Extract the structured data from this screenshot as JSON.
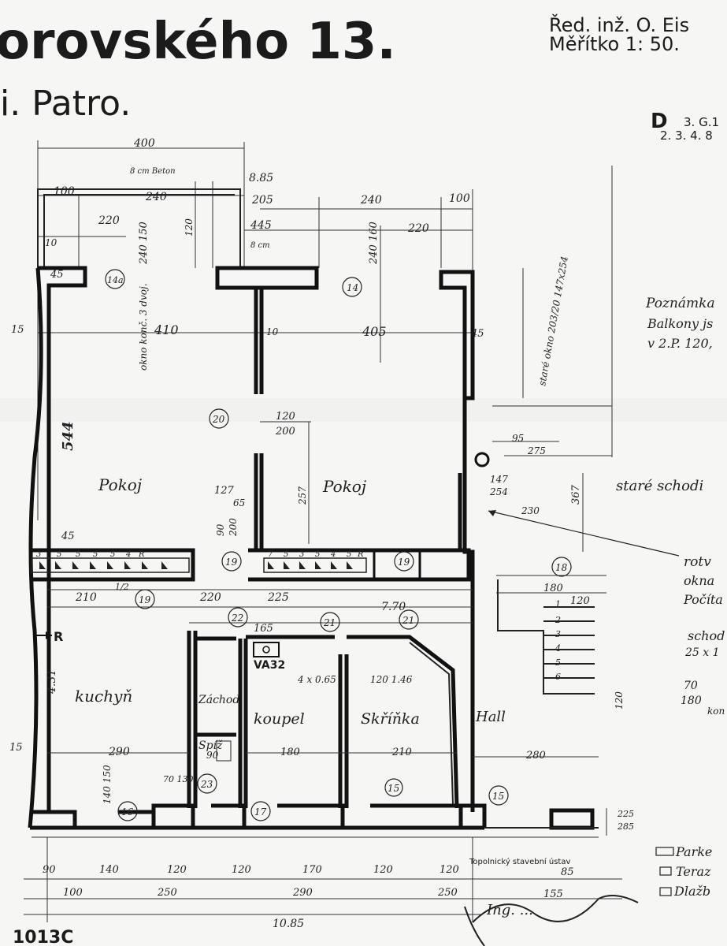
{
  "header": {
    "title": "orovského 13.",
    "subtitle": "i. Patro.",
    "engineer": "Řed. inž. O. Eis",
    "scale": "Měřítko 1: 50.",
    "sheet_letter": "D",
    "sheet_codes_1": "3. G.1",
    "sheet_codes_2": "2. 3. 4. 8"
  },
  "rooms": {
    "pokoj_left": "Pokoj",
    "pokoj_right": "Pokoj",
    "kuchyn": "kuchyň",
    "koupel": "koupel",
    "skrinka": "Skříňka",
    "hall": "Hall",
    "zachod": "Záchod",
    "spiz": "Spíž",
    "va32": "VA32"
  },
  "dimensions": {
    "top_400": "400",
    "bal_beton": "8 cm Beton",
    "d_885": "8.85",
    "d_100a": "100",
    "d_240a": "240",
    "d_205": "205",
    "d_240b": "240",
    "d_100b": "100",
    "d_220a": "220",
    "d_445": "445",
    "d_220b": "220",
    "d_120": "120",
    "d_240_150": "240 150",
    "d_240_160": "240 160",
    "d_8cm": "8 cm",
    "d_10a": "10",
    "d_45a": "45",
    "d_410": "410",
    "d_405": "405",
    "d_10b": "10",
    "d_45b": "45",
    "d_15a": "15",
    "d_544": "544",
    "okno_left": "okno konč. 3 dvoj.",
    "okno_right": "staré okno 203/20 147x254",
    "d_120c": "120",
    "d_200a": "200",
    "d_257": "257",
    "d_127": "127",
    "d_65": "65",
    "d_90": "90",
    "d_200b": "200",
    "d_45c": "45",
    "d_147": "147",
    "d_254": "254",
    "d_95": "95",
    "d_275": "275",
    "d_367": "367",
    "d_230": "230",
    "d_210": "210",
    "d_220c": "220",
    "d_225": "225",
    "d_770": "7.70",
    "d_180a": "180",
    "d_120d": "120",
    "d_165": "165",
    "d_431": "4.31",
    "d_4x065": "4 x 0.65",
    "d_120_146": "120 1.46",
    "d_290": "290",
    "d_180b": "180",
    "d_210b": "210",
    "d_280": "280",
    "d_90b": "90",
    "d_140_150": "140 150",
    "d_70_130": "70 130",
    "d_120e": "120",
    "d_15b": "15",
    "b_90": "90",
    "b_140": "140",
    "b_120a": "120",
    "b_120b": "120",
    "b_170": "170",
    "b_120c": "120",
    "b_120d": "120",
    "b_85": "85",
    "b_100": "100",
    "b_250a": "250",
    "b_290": "290",
    "b_250b": "250",
    "b_155": "155",
    "b_1085": "10.85",
    "b_225": "225",
    "b_285": "285"
  },
  "circles": [
    "14a",
    "14",
    "20",
    "19",
    "19",
    "18",
    "19",
    "22",
    "21",
    "21",
    "16",
    "23",
    "17",
    "15",
    "15"
  ],
  "notes": {
    "poznamka_title": "Poznámka",
    "poznamka_l1": "Balkony js",
    "poznamka_l2": "v 2.P. 120,",
    "stare_schodi": "staré schodi",
    "rotv": "rotv",
    "okna": "okna",
    "pocita": "Počíta",
    "schod": "schod",
    "schod_dim": "25 x 1",
    "d_70": "70",
    "d_180": "180",
    "kon": "kon",
    "legend_1": "Parke",
    "legend_2": "Teraz",
    "legend_3": "Dlažb",
    "stair_numbers": [
      "1",
      "2",
      "3",
      "4",
      "5",
      "6"
    ],
    "radiator_numbers_left": [
      "3",
      "5",
      "5",
      "5",
      "5",
      "4",
      "R"
    ],
    "radiator_numbers_right": [
      "7",
      "5",
      "3",
      "5",
      "4",
      "5",
      "R"
    ],
    "stamp": "Topolnický stavební ústav",
    "signature": "Ing. ... ",
    "corner": "1013C",
    "r_letter": "R",
    "fraction": "1/2"
  },
  "colors": {
    "paper": "#f6f6f4",
    "ink": "#111111",
    "pencil": "#3a3a3a"
  }
}
